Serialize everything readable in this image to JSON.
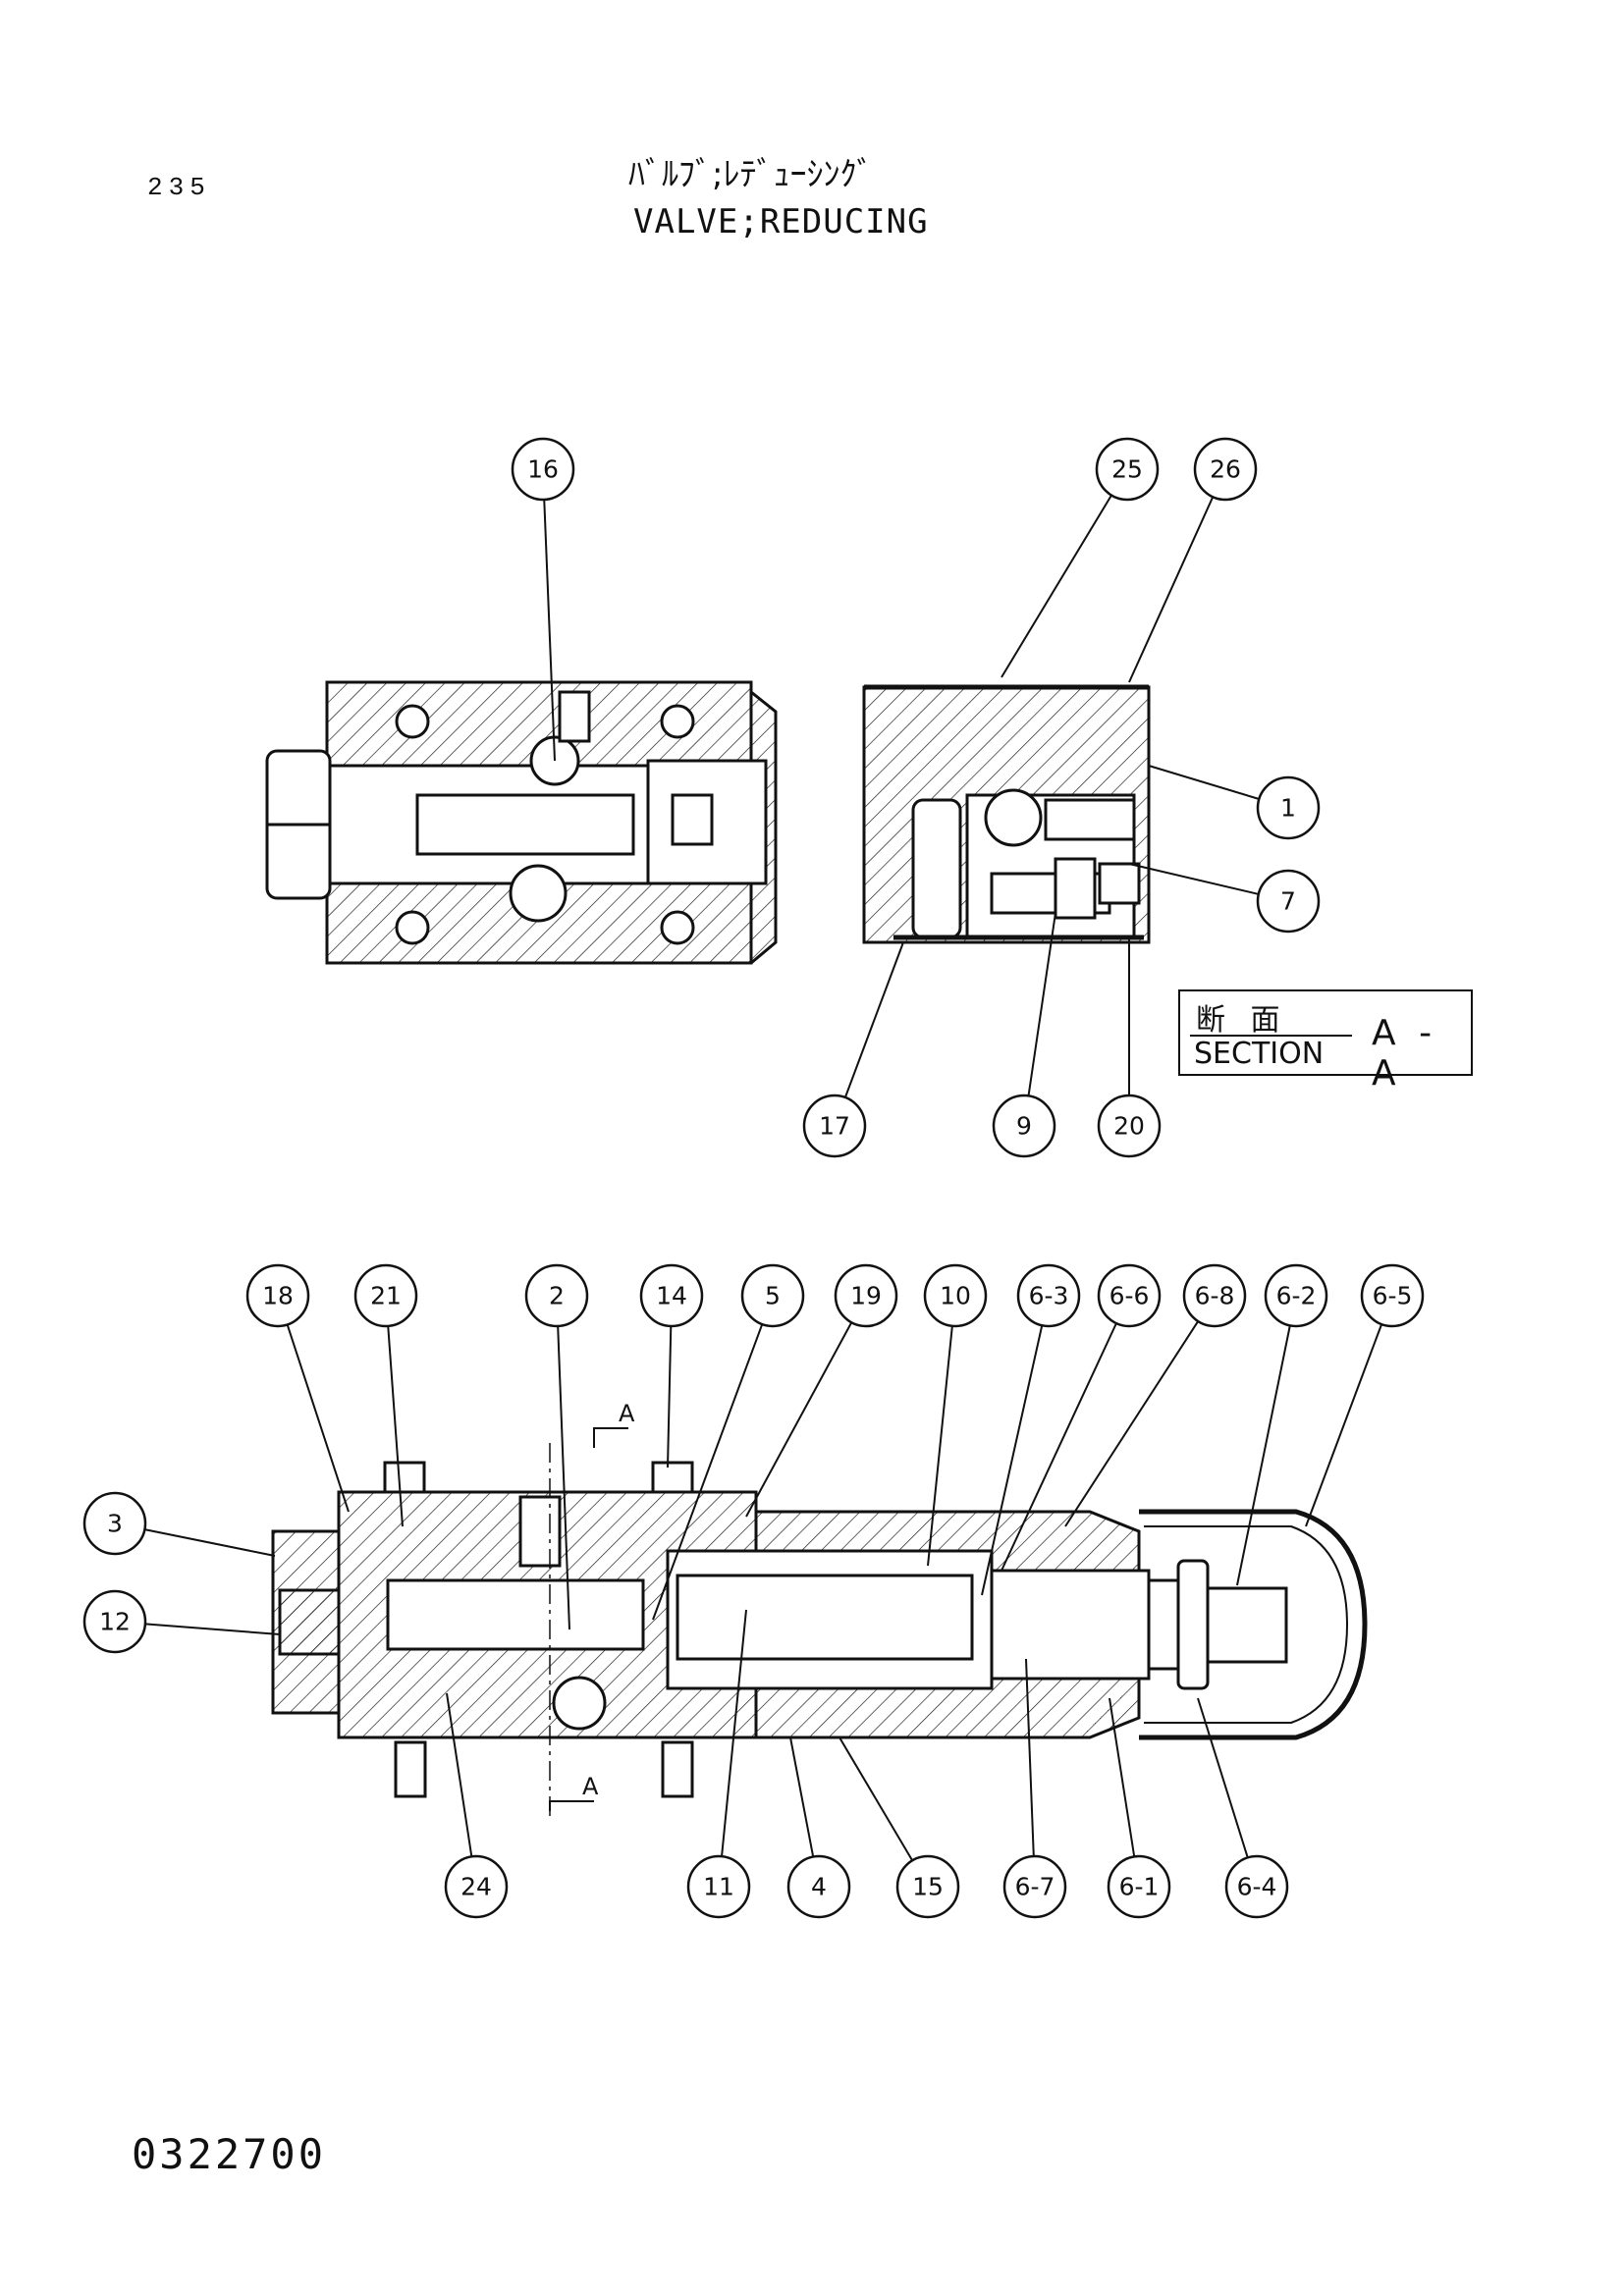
{
  "header": {
    "page_number": "235",
    "title_jp": "ﾊﾞﾙﾌﾞ;ﾚﾃﾞｭｰｼﾝｸﾞ",
    "title_en": "VALVE;REDUCING"
  },
  "section_label": {
    "jp": "断 面",
    "en": "SECTION",
    "mark": "A - A"
  },
  "section_cut_label": "A",
  "drawing_number": "0322700",
  "callouts_top": [
    "16",
    "25",
    "26",
    "1",
    "7",
    "17",
    "9",
    "20"
  ],
  "callouts_bottom_upper": [
    "18",
    "21",
    "2",
    "14",
    "5",
    "19",
    "10",
    "6-3",
    "6-6",
    "6-8",
    "6-2",
    "6-5"
  ],
  "callouts_left": [
    "3",
    "12"
  ],
  "callouts_bottom_lower": [
    "24",
    "11",
    "4",
    "15",
    "6-7",
    "6-1",
    "6-4"
  ],
  "colors": {
    "ink": "#111111",
    "paper": "#ffffff"
  }
}
